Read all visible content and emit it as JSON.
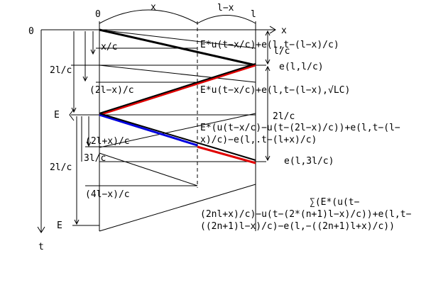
{
  "colors": {
    "bold_line": "#000000",
    "red_line": "#e00000",
    "blue_line": "#0000e0"
  },
  "labels": {
    "x_axis_origin": "0",
    "x_axis_point_x": "x",
    "x_axis_l_minus_x": "l−x",
    "x_axis_end_l": "l",
    "x_axis_name": "x",
    "t_axis_origin": "0",
    "t_axis_name": "t",
    "t_E_first": "E",
    "t_E_second": "E",
    "span_2l_c_top": "2l/c",
    "span_2l_c_bottom": "2l/c",
    "span_x_c": "x/c",
    "span_2l_minus_x_c": "(2l−x)/c",
    "span_2l_plus_x_c": "(2l+x)/c",
    "span_3l_c": "3l/c",
    "span_4l_minus_x_c": "(4l−x)/c",
    "right_l_c": "l/c",
    "right_2l_c": "2l/c",
    "e_l_l_c": "e(l,l/c)",
    "e_l_3l_c": "e(l,3l/c)",
    "eq1": "E*u(t−x/c)+e(l,t−(l−x)/c)",
    "eq2": "E*u(t−x/c)+e(l,t−(l−x),√LC)",
    "eq3_line1": "E*(u(t−x/c)−u(t−(2l−x)/c))+e(l,t−(l−",
    "eq3_line2": "x)/c)−e(l,.t−(l+x)/c)",
    "eq4_line1": "∑(E*(u(t−",
    "eq4_line2": "(2nl+x)/c)−u(t−(2*(n+1)l−x)/c))+e(l,t−",
    "eq4_line3": "((2n+1)l−x)/c)−e(l,−((2n+1)l+x)/c))"
  }
}
